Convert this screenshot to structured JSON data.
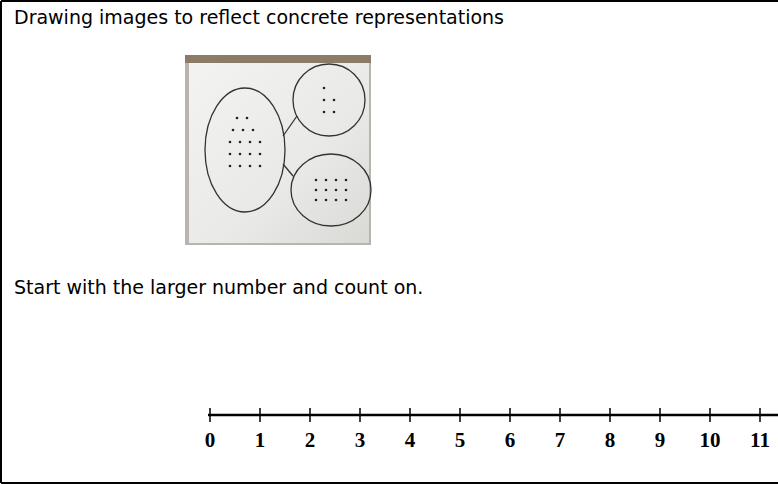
{
  "diagram": {
    "title": "Drawing images to reflect concrete representations",
    "labels": [
      "Start with the larger number and count on.",
      "0",
      "1",
      "2",
      "3",
      "4",
      "5",
      "6",
      "7",
      "8",
      "9",
      "10",
      "11"
    ]
  }
}
